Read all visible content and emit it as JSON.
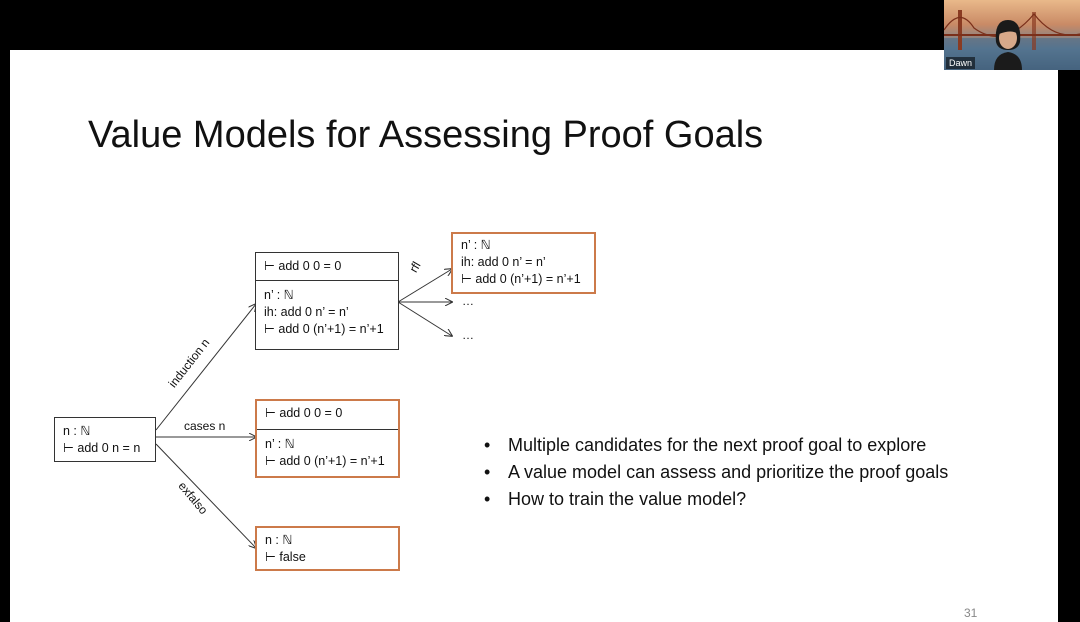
{
  "slide": {
    "title": "Value Models for Assessing Proof Goals",
    "page_number": "31"
  },
  "video": {
    "participant_name": "Dawn"
  },
  "diagram": {
    "root": {
      "lines": [
        "n : ℕ",
        "⊢ add 0 n = n"
      ]
    },
    "induction": {
      "base": [
        "⊢ add 0 0 = 0"
      ],
      "step": [
        "n’ : ℕ",
        "ih: add 0 n’ = n’",
        "⊢ add 0 (n’+1) = n’+1"
      ]
    },
    "cases": {
      "base": [
        "⊢ add 0 0 = 0"
      ],
      "step": [
        "n’ : ℕ",
        "⊢ add 0 (n’+1) = n’+1"
      ]
    },
    "exfalso": {
      "lines": [
        "n : ℕ",
        "⊢ false"
      ]
    },
    "rfl_result": {
      "lines": [
        "n’ : ℕ",
        "ih: add 0 n’ = n’",
        "⊢ add 0 (n’+1) = n’+1"
      ]
    },
    "edge_labels": {
      "induction": "induction n",
      "cases": "cases n",
      "exfalso": "exfalso",
      "rfl": "rfl"
    },
    "ellipses": [
      "…",
      "…"
    ]
  },
  "bullets": [
    "Multiple candidates for the next proof goal to explore",
    "A value model can assess and prioritize the proof goals",
    "How to train the value model?"
  ],
  "colors": {
    "highlight_border": "#cc7a4a",
    "node_border": "#333333"
  }
}
